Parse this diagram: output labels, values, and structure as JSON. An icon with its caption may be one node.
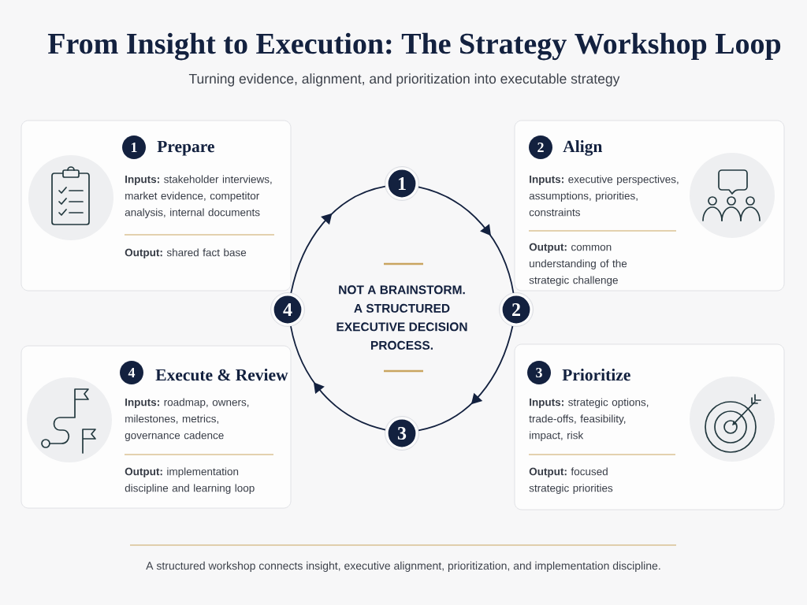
{
  "diagram": {
    "title": "From Insight to Execution: The Strategy Workshop Loop",
    "caption": "A structured workshop connects insight, executive alignment, prioritization, and implementation discipline.",
    "nodes": [
      {
        "text": [
          "Prepare",
          "**Inputs:** stakeholder interviews, market evidence, competitor analysis, internal documents",
          "**Output:** shared fact base"
        ]
      },
      {
        "text": [
          "1"
        ],
        "in": 0
      },
      {
        "text": [
          "Align",
          "**Inputs:** executive perspectives, assumptions, priorities, constraints",
          "**Output:** common understanding of the strategic challenge"
        ]
      },
      {
        "text": [
          "2"
        ],
        "in": 2
      },
      {
        "text": [
          "Execute & Review",
          "**Inputs:** roadmap, owners, milestones, metrics, governance cadence",
          "**Output:** implementation discipline and learning loop"
        ]
      },
      {
        "text": [
          "4"
        ],
        "in": 4
      },
      {
        "text": [
          "Prioritize",
          "**Inputs:** strategic options, trade-offs, feasibility, impact, risk",
          "**Output:** focused strategic priorities"
        ]
      },
      {
        "text": [
          "3"
        ],
        "in": 6
      },
      {
        "text": [
          "1"
        ]
      },
      {
        "text": [
          "2"
        ]
      },
      {
        "text": [
          "3"
        ]
      },
      {
        "text": [
          "4"
        ]
      }
    ],
    "edges": [
      {
        "from": 8,
        "to": 9,
        "arrow": "to"
      },
      {
        "from": 9,
        "to": 10,
        "arrow": "to"
      },
      {
        "from": 10,
        "to": 11,
        "arrow": "to"
      },
      {
        "from": 11,
        "to": 8,
        "arrow": "to"
      }
    ],
    "labels": [
      "Turning evidence, alignment, and prioritization into executable strategy",
      "NOT A BRAINSTORM. A STRUCTURED EXECUTIVE DECISION PROCESS."
    ]
  }
}
